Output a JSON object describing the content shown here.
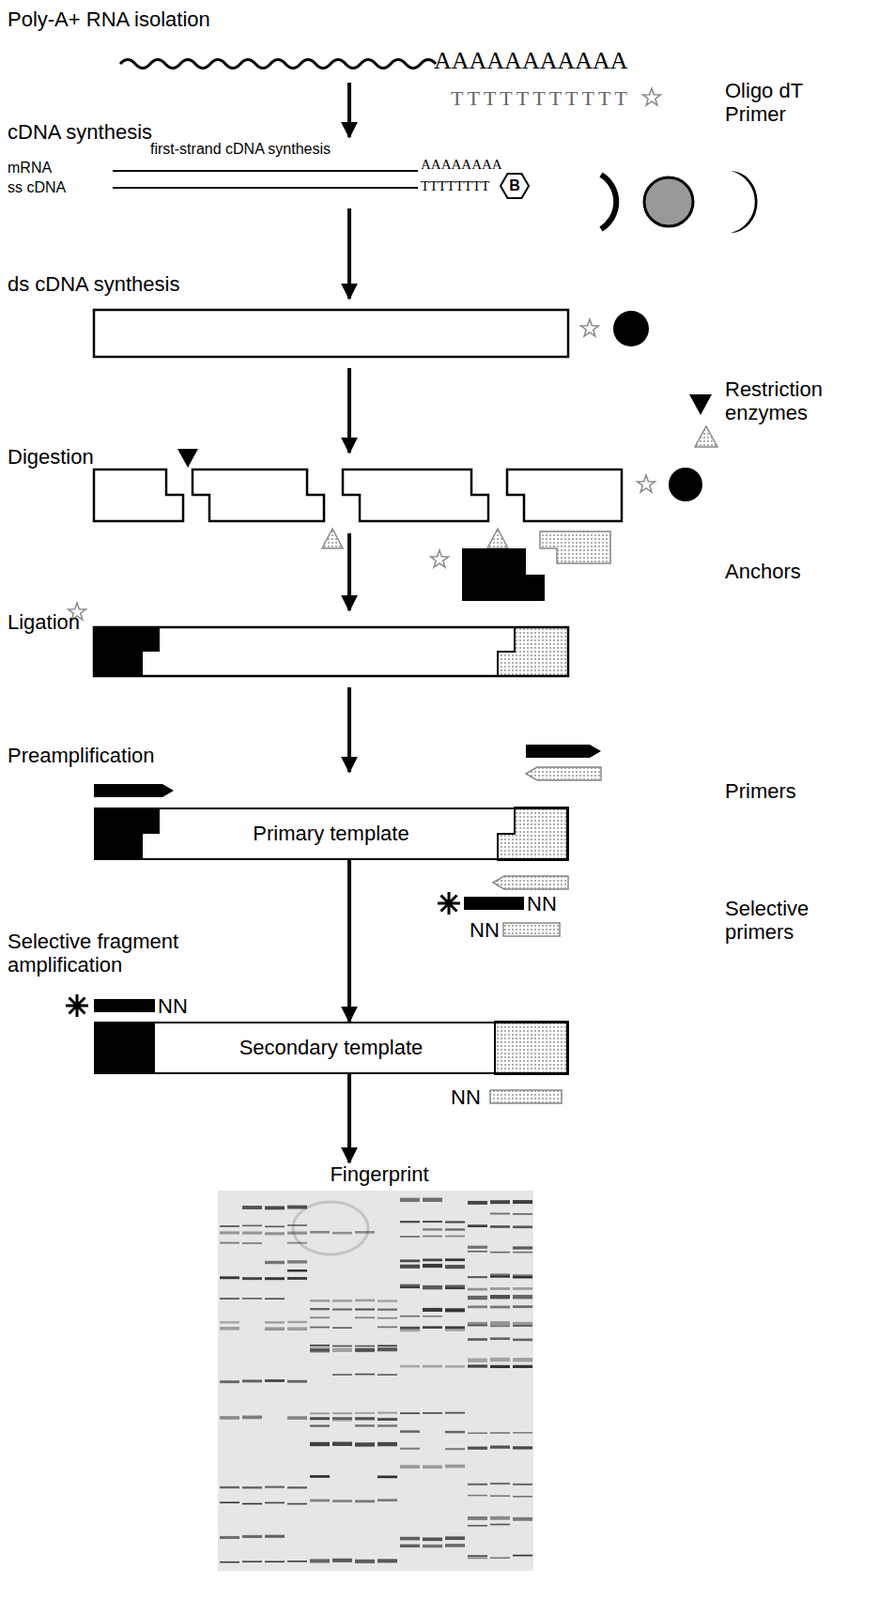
{
  "diagram": {
    "nodes": [
      {
        "text": [
          "Primary template"
        ]
      },
      {
        "text": [
          "Secondary template"
        ]
      },
      {
        "text": [
          "Fingerprint"
        ]
      }
    ],
    "edges": [
      {
        "from": 0,
        "to": 1,
        "arrow": "to"
      },
      {
        "from": 1,
        "to": 2,
        "arrow": "to"
      }
    ],
    "labels": [
      "Poly-A+ RNA isolation",
      "AAAAAAAAAAA",
      "TTTTTTTTTTT",
      "Oligo dT Primer",
      "cDNA synthesis",
      "mRNA",
      "ss cDNA",
      "first-strand cDNA synthesis",
      "AAAAAAAA",
      "TTTTTTTT",
      "B",
      "ds cDNA synthesis",
      "Restriction enzymes",
      "Digestion",
      "Anchors",
      "Ligation",
      "Preamplification",
      "Primers",
      "Selective fragment amplification",
      "Selective primers",
      "NN",
      "NN",
      "NN",
      "NN"
    ]
  }
}
